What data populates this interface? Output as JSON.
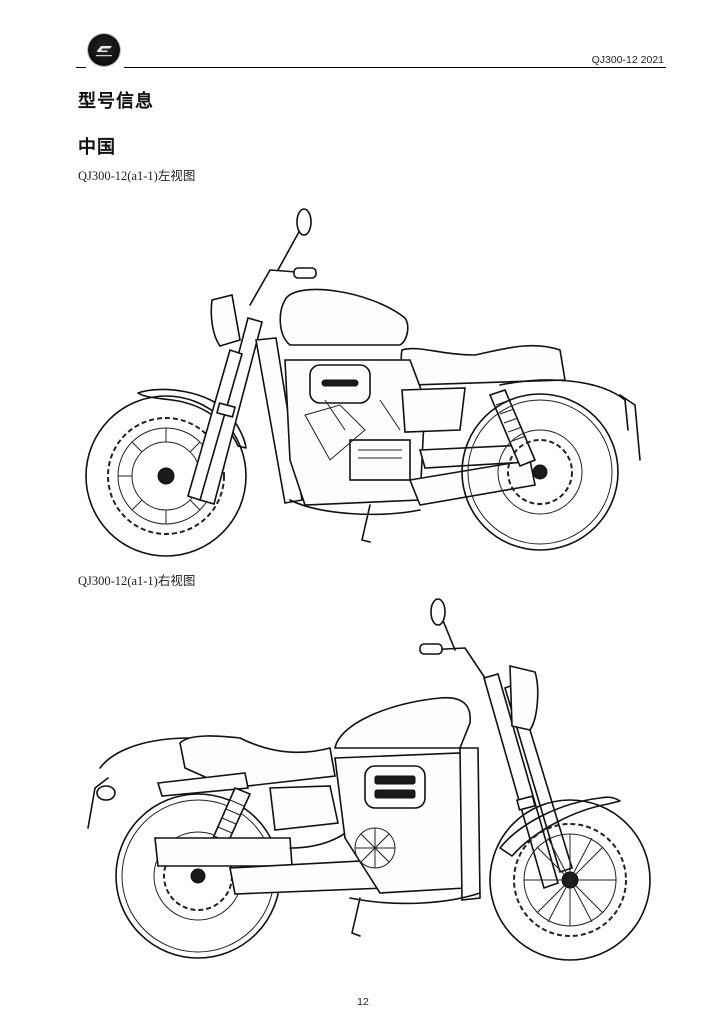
{
  "header": {
    "logo_icon": "qjmotor-brand-logo",
    "doc_id": "QJ300-12 2021"
  },
  "content": {
    "title": "型号信息",
    "region": "中国",
    "figures": [
      {
        "caption": "QJ300-12(a1-1)左视图",
        "image": "motorcycle-left-side-view-line-drawing"
      },
      {
        "caption": "QJ300-12(a1-1)右视图",
        "image": "motorcycle-right-side-view-line-drawing"
      }
    ]
  },
  "footer": {
    "page_number": "12"
  }
}
